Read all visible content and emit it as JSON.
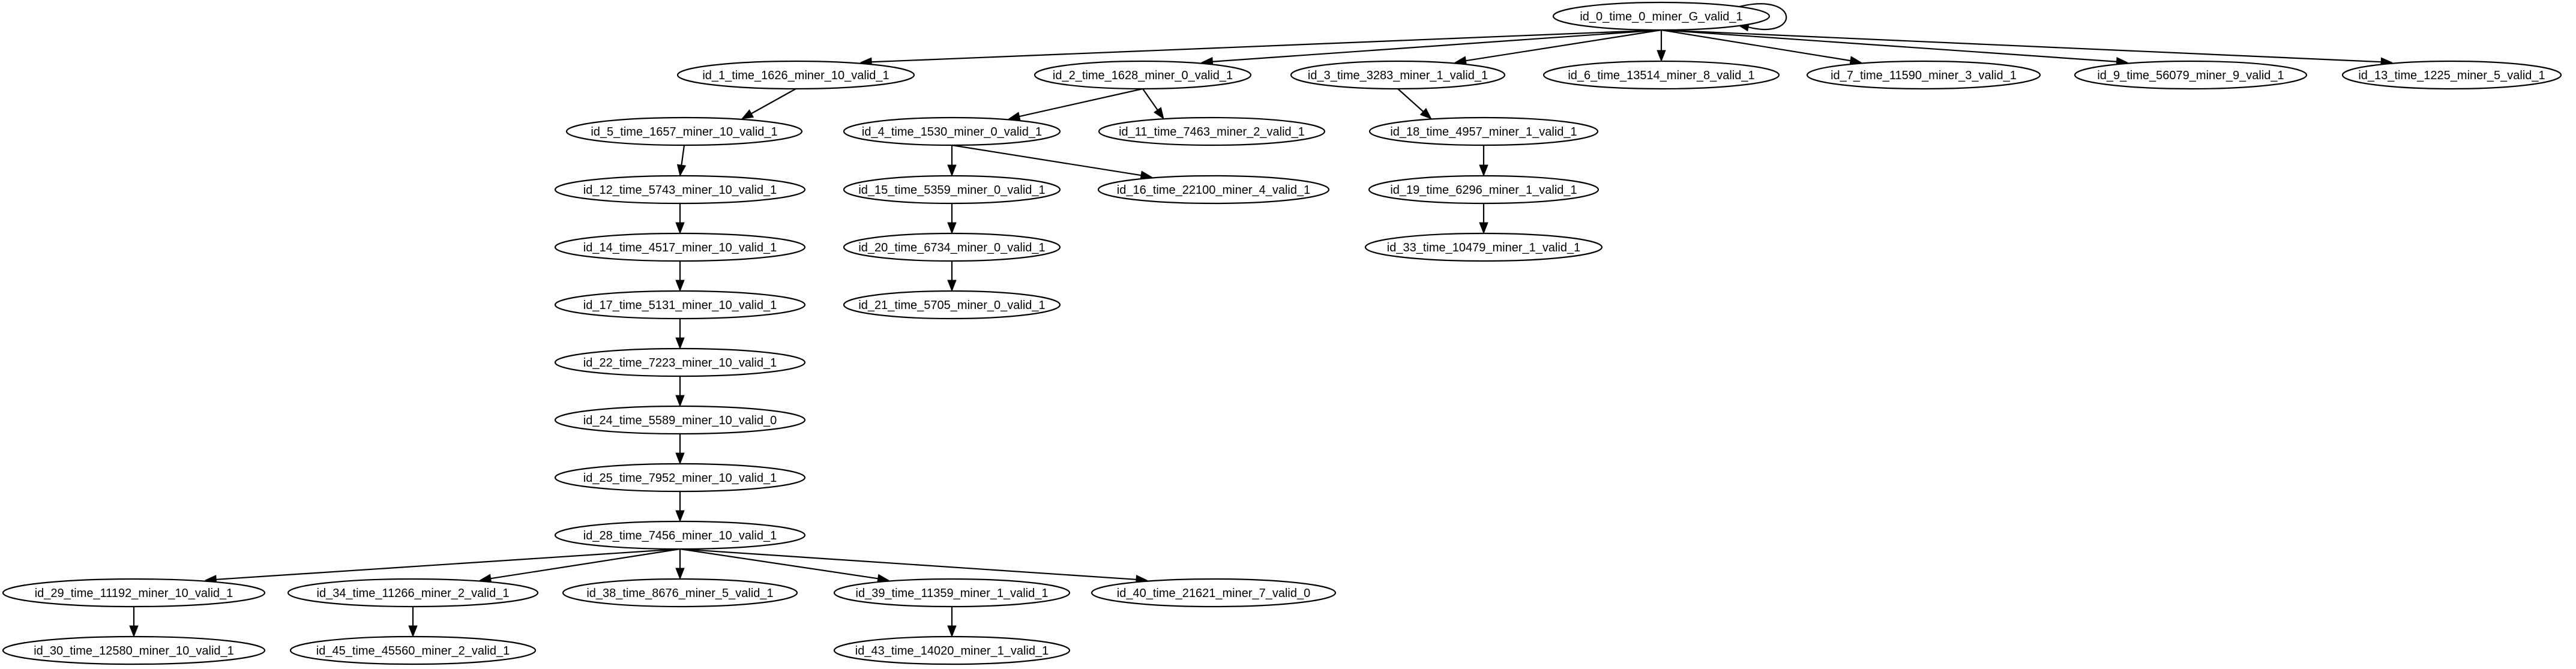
{
  "graph": {
    "nodes": [
      {
        "id": "n0",
        "label": "id_0_time_0_miner_G_valid_1"
      },
      {
        "id": "n1",
        "label": "id_1_time_1626_miner_10_valid_1"
      },
      {
        "id": "n2",
        "label": "id_2_time_1628_miner_0_valid_1"
      },
      {
        "id": "n3",
        "label": "id_3_time_3283_miner_1_valid_1"
      },
      {
        "id": "n6",
        "label": "id_6_time_13514_miner_8_valid_1"
      },
      {
        "id": "n7",
        "label": "id_7_time_11590_miner_3_valid_1"
      },
      {
        "id": "n9",
        "label": "id_9_time_56079_miner_9_valid_1"
      },
      {
        "id": "n13",
        "label": "id_13_time_1225_miner_5_valid_1"
      },
      {
        "id": "n5",
        "label": "id_5_time_1657_miner_10_valid_1"
      },
      {
        "id": "n4",
        "label": "id_4_time_1530_miner_0_valid_1"
      },
      {
        "id": "n11",
        "label": "id_11_time_7463_miner_2_valid_1"
      },
      {
        "id": "n18",
        "label": "id_18_time_4957_miner_1_valid_1"
      },
      {
        "id": "n12",
        "label": "id_12_time_5743_miner_10_valid_1"
      },
      {
        "id": "n15",
        "label": "id_15_time_5359_miner_0_valid_1"
      },
      {
        "id": "n16",
        "label": "id_16_time_22100_miner_4_valid_1"
      },
      {
        "id": "n19",
        "label": "id_19_time_6296_miner_1_valid_1"
      },
      {
        "id": "n14",
        "label": "id_14_time_4517_miner_10_valid_1"
      },
      {
        "id": "n20",
        "label": "id_20_time_6734_miner_0_valid_1"
      },
      {
        "id": "n33",
        "label": "id_33_time_10479_miner_1_valid_1"
      },
      {
        "id": "n17",
        "label": "id_17_time_5131_miner_10_valid_1"
      },
      {
        "id": "n21",
        "label": "id_21_time_5705_miner_0_valid_1"
      },
      {
        "id": "n22",
        "label": "id_22_time_7223_miner_10_valid_1"
      },
      {
        "id": "n24",
        "label": "id_24_time_5589_miner_10_valid_0"
      },
      {
        "id": "n25",
        "label": "id_25_time_7952_miner_10_valid_1"
      },
      {
        "id": "n28",
        "label": "id_28_time_7456_miner_10_valid_1"
      },
      {
        "id": "n29",
        "label": "id_29_time_11192_miner_10_valid_1"
      },
      {
        "id": "n34",
        "label": "id_34_time_11266_miner_2_valid_1"
      },
      {
        "id": "n38",
        "label": "id_38_time_8676_miner_5_valid_1"
      },
      {
        "id": "n39",
        "label": "id_39_time_11359_miner_1_valid_1"
      },
      {
        "id": "n40",
        "label": "id_40_time_21621_miner_7_valid_0"
      },
      {
        "id": "n30",
        "label": "id_30_time_12580_miner_10_valid_1"
      },
      {
        "id": "n45",
        "label": "id_45_time_45560_miner_2_valid_1"
      },
      {
        "id": "n43",
        "label": "id_43_time_14020_miner_1_valid_1"
      }
    ],
    "edges": [
      {
        "from": "n0",
        "to": "n0"
      },
      {
        "from": "n0",
        "to": "n1"
      },
      {
        "from": "n0",
        "to": "n2"
      },
      {
        "from": "n0",
        "to": "n3"
      },
      {
        "from": "n0",
        "to": "n6"
      },
      {
        "from": "n0",
        "to": "n7"
      },
      {
        "from": "n0",
        "to": "n9"
      },
      {
        "from": "n0",
        "to": "n13"
      },
      {
        "from": "n1",
        "to": "n5"
      },
      {
        "from": "n2",
        "to": "n4"
      },
      {
        "from": "n2",
        "to": "n11"
      },
      {
        "from": "n3",
        "to": "n18"
      },
      {
        "from": "n5",
        "to": "n12"
      },
      {
        "from": "n4",
        "to": "n15"
      },
      {
        "from": "n4",
        "to": "n16"
      },
      {
        "from": "n18",
        "to": "n19"
      },
      {
        "from": "n12",
        "to": "n14"
      },
      {
        "from": "n15",
        "to": "n20"
      },
      {
        "from": "n19",
        "to": "n33"
      },
      {
        "from": "n14",
        "to": "n17"
      },
      {
        "from": "n20",
        "to": "n21"
      },
      {
        "from": "n17",
        "to": "n22"
      },
      {
        "from": "n22",
        "to": "n24"
      },
      {
        "from": "n24",
        "to": "n25"
      },
      {
        "from": "n25",
        "to": "n28"
      },
      {
        "from": "n28",
        "to": "n29"
      },
      {
        "from": "n28",
        "to": "n34"
      },
      {
        "from": "n28",
        "to": "n38"
      },
      {
        "from": "n28",
        "to": "n39"
      },
      {
        "from": "n28",
        "to": "n40"
      },
      {
        "from": "n29",
        "to": "n30"
      },
      {
        "from": "n34",
        "to": "n45"
      },
      {
        "from": "n39",
        "to": "n43"
      }
    ]
  }
}
